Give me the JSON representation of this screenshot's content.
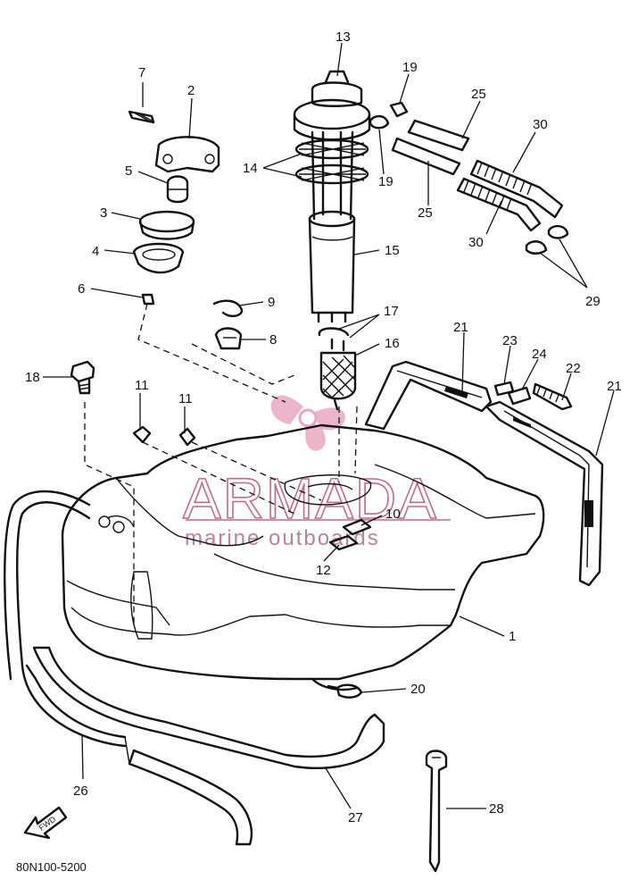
{
  "diagram": {
    "drawing_code": "80N100-5200",
    "direction_marker": "FWD",
    "watermark": {
      "brand": "ARMADA",
      "tagline": "marine outboards"
    },
    "part_numbers": [
      "1",
      "2",
      "3",
      "4",
      "5",
      "6",
      "7",
      "8",
      "9",
      "10",
      "11",
      "12",
      "13",
      "14",
      "15",
      "16",
      "17",
      "18",
      "19",
      "20",
      "21",
      "22",
      "23",
      "24",
      "25",
      "26",
      "27",
      "28",
      "29",
      "30"
    ]
  },
  "colors": {
    "line": "#111111",
    "watermark_text": "#c06a8a",
    "watermark_logo": "#e7a9c1",
    "background": "#ffffff"
  }
}
